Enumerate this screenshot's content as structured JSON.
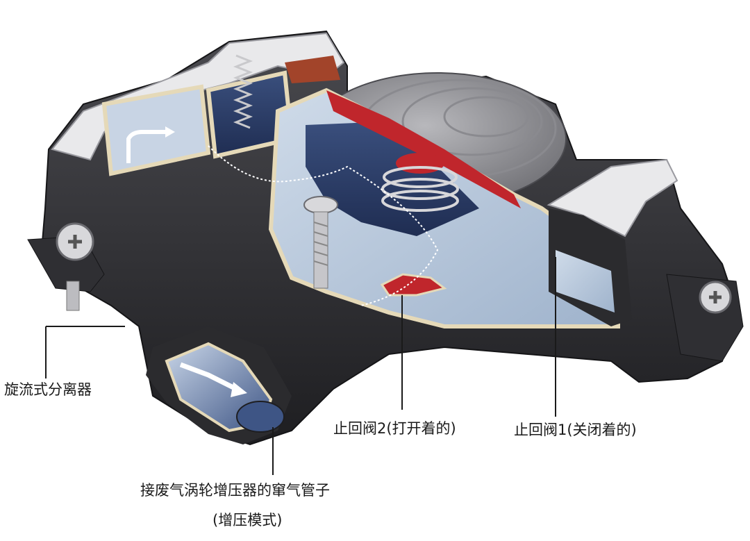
{
  "labels": {
    "cyclone_separator": "旋流式分离器",
    "check_valve_2": "止回阀2(打开着的)",
    "check_valve_1": "止回阀1(关闭着的)",
    "crankcase_pipe": "接废气涡轮增压器的窜气管子",
    "boost_mode": "(增压模式)"
  },
  "colors": {
    "housing_dark": "#2b2b2e",
    "housing_mid": "#48484c",
    "cover_white": "#e8e8ea",
    "cutaway_fill": "#b9c8dc",
    "inner_dark_blue": "#2a3c66",
    "valve_red": "#c0262c",
    "flow_white": "#ffffff"
  }
}
